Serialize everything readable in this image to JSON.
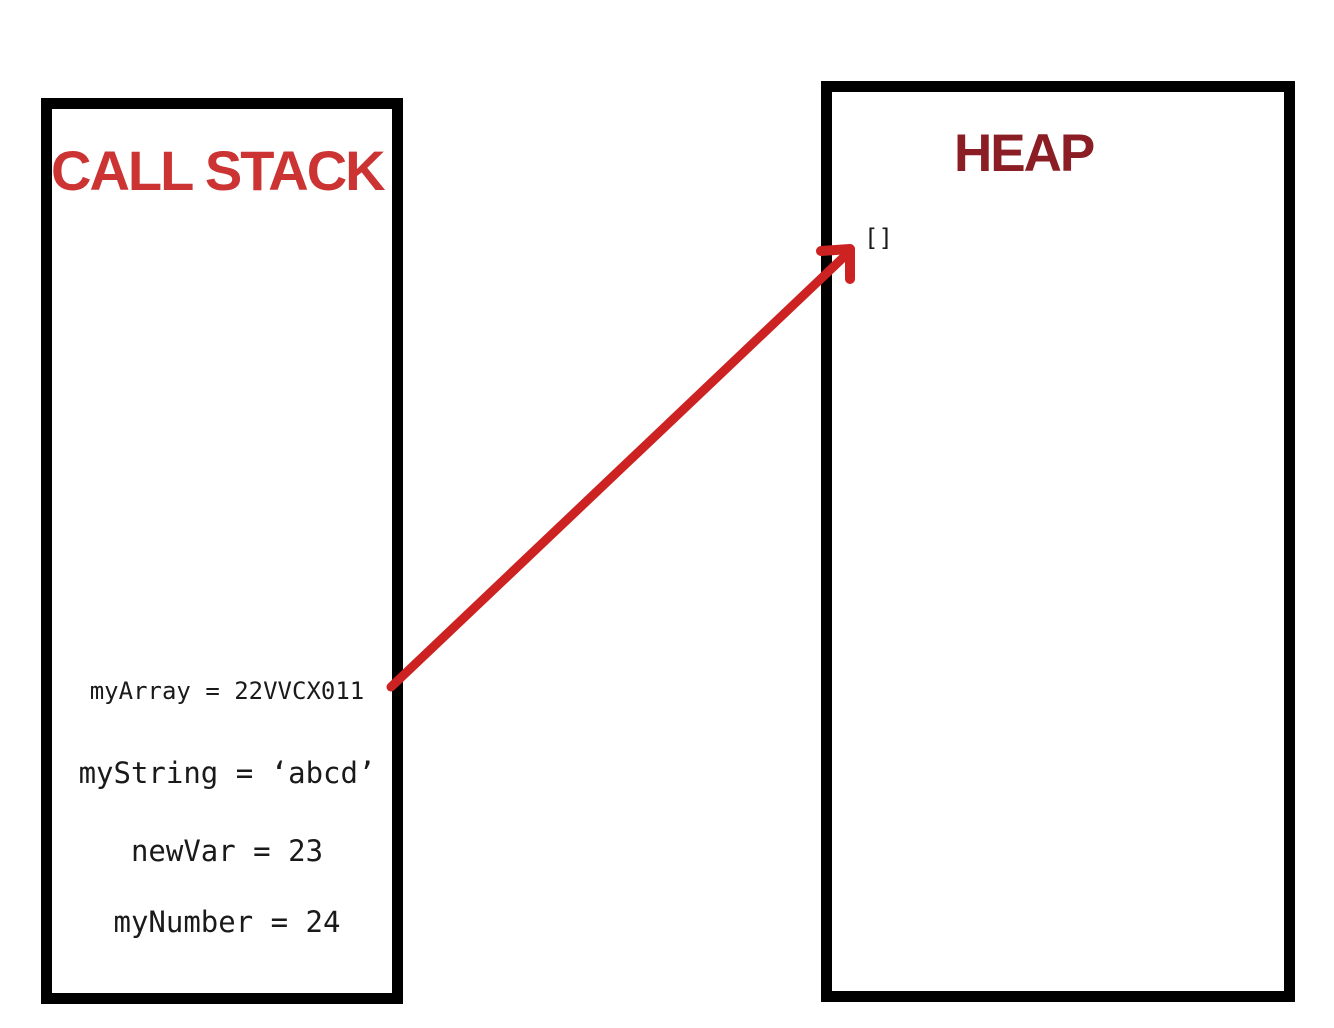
{
  "call_stack": {
    "title": "CALL STACK",
    "entries": [
      "myArray = 22VVCX011",
      "myString = ‘abcd’",
      "newVar = 23",
      "myNumber = 24"
    ]
  },
  "heap": {
    "title": "HEAP",
    "items": [
      "[]"
    ]
  },
  "colors": {
    "stack_title": "#cc3333",
    "heap_title": "#8a1e24",
    "arrow": "#cc2222",
    "border": "#000000"
  }
}
